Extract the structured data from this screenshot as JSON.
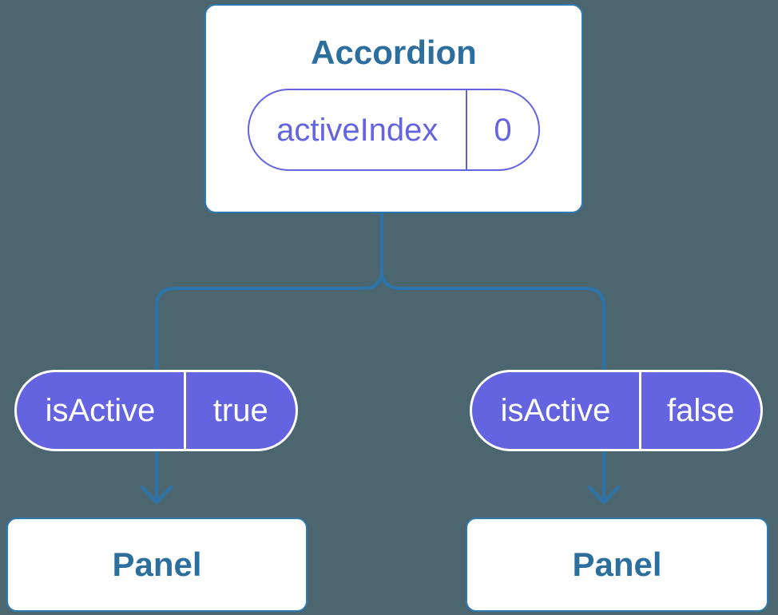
{
  "colors": {
    "background": "#4c6670",
    "connector": "#2b73a8",
    "card_border": "#2e7ab0",
    "card_bg": "#ffffff",
    "heading_text": "#2c6f9f",
    "purple_accent": "#6463e0",
    "pill_text_light": "#ffffff"
  },
  "icons": {
    "arrow_down": "arrow-down-icon"
  },
  "diagram": {
    "root": {
      "title": "Accordion",
      "state": {
        "label": "activeIndex",
        "value": "0"
      }
    },
    "children": [
      {
        "state": {
          "label": "isActive",
          "value": "true"
        },
        "panel_label": "Panel"
      },
      {
        "state": {
          "label": "isActive",
          "value": "false"
        },
        "panel_label": "Panel"
      }
    ]
  }
}
